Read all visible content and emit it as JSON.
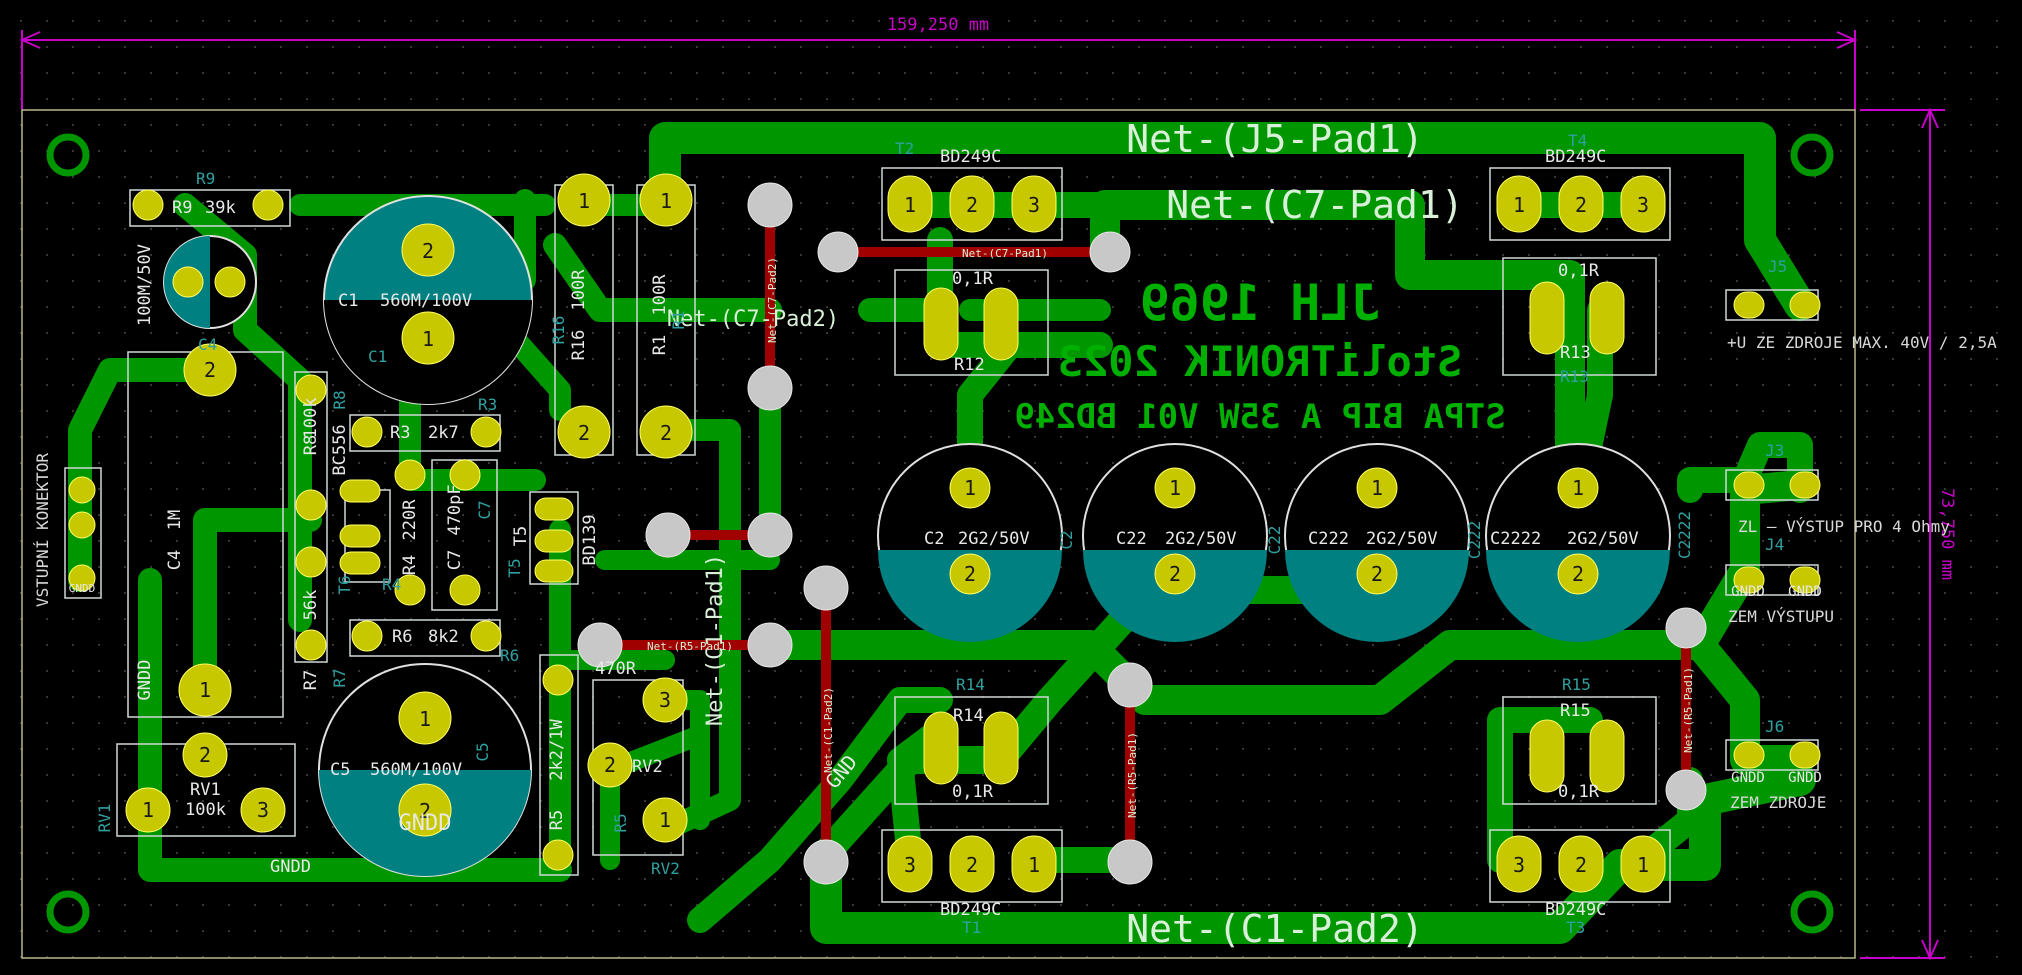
{
  "dimensions": {
    "width": "159,250 mm",
    "height": "73,750 mm"
  },
  "silkscreen": {
    "mirror_line1": "JLH 1969",
    "mirror_line2": "StoliTRONIK 2023",
    "mirror_line3": "STPA BIP A 35W V01 BD249",
    "input_connector": "VSTUPNÍ KONEKTOR",
    "j5_desc": "+U ZE ZDROJE MAX. 40V / 2,5A",
    "j3_desc": "ZL – VÝSTUP PRO 4 Ohmy",
    "j4_desc": "ZEM VÝSTUPU",
    "j6_desc": "ZEM ZDROJE"
  },
  "nets": {
    "j5": "Net-(J5-Pad1)",
    "c7": "Net-(C7-Pad1)",
    "c1pad2": "Net-(C1-Pad2)",
    "c7pad2": "Net-(C7-Pad2)",
    "c1pad1": "Net-(C1-Pad1)",
    "r5pad1": "Net-(R5-Pad1)",
    "gndd": "GNDD",
    "gnd": "GND"
  },
  "refs": {
    "r9": "R9",
    "r9_val": "39k",
    "c3_val": "100M/50V",
    "c1": "C1",
    "c1_val": "560M/100V",
    "r16": "R16",
    "r16_val": "100R",
    "r1": "R1",
    "r1_val": "100R",
    "c4": "C4",
    "c4_val": "1M",
    "r8": "R8",
    "r8_val": "100k",
    "bc556": "BC556",
    "r3": "R3",
    "r3_val": "2k7",
    "r4": "R4",
    "r4_val": "220R",
    "c7": "C7",
    "c7_val": "470pF",
    "t5": "T5",
    "bd139": "BD139",
    "t6": "T6",
    "r6": "R6",
    "r6_val": "8k2",
    "r7": "R7",
    "r7_val": "56k",
    "c5": "C5",
    "c5_val": "560M/100V",
    "r5": "R5",
    "r5_val": "2k2/1W",
    "rv2": "RV2",
    "rv2_val": "470R",
    "rv1": "RV1",
    "rv1_val": "100k",
    "t2": "T2",
    "t4": "T4",
    "t1": "T1",
    "t3": "T3",
    "bd249c": "BD249C",
    "r12": "R12",
    "r13": "R13",
    "r14": "R14",
    "r15": "R15",
    "r01": "0,1R",
    "c2": "C2",
    "c22": "C22",
    "c222": "C222",
    "c2222": "C2222",
    "c2_val": "2G2/50V",
    "j5": "J5",
    "j3": "J3",
    "j4": "J4",
    "j6": "J6"
  },
  "colors": {
    "copper": "#009600",
    "pad": "#c8c800",
    "via": "#c8c8c8",
    "red_track": "#a00000",
    "cap_fill": "#008080",
    "dim": "#c800c8",
    "silk": "#e8e8e8",
    "fab": "#9ab3b3",
    "ref": "#30a0a0"
  }
}
